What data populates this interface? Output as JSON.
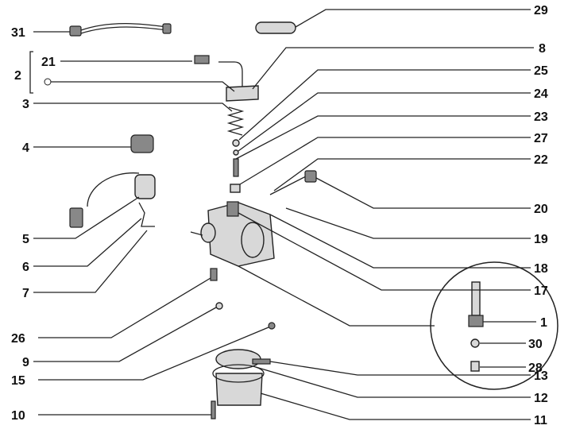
{
  "callouts": {
    "c31": "31",
    "c2": "2",
    "c21": "21",
    "c3": "3",
    "c4": "4",
    "c5": "5",
    "c6": "6",
    "c7": "7",
    "c26": "26",
    "c9": "9",
    "c15": "15",
    "c10": "10",
    "c29": "29",
    "c8": "8",
    "c25": "25",
    "c24": "24",
    "c23": "23",
    "c27": "27",
    "c22": "22",
    "c20": "20",
    "c19": "19",
    "c18": "18",
    "c17": "17",
    "c1": "1",
    "c30": "30",
    "c28": "28",
    "c13": "13",
    "c12": "12",
    "c11": "11"
  }
}
